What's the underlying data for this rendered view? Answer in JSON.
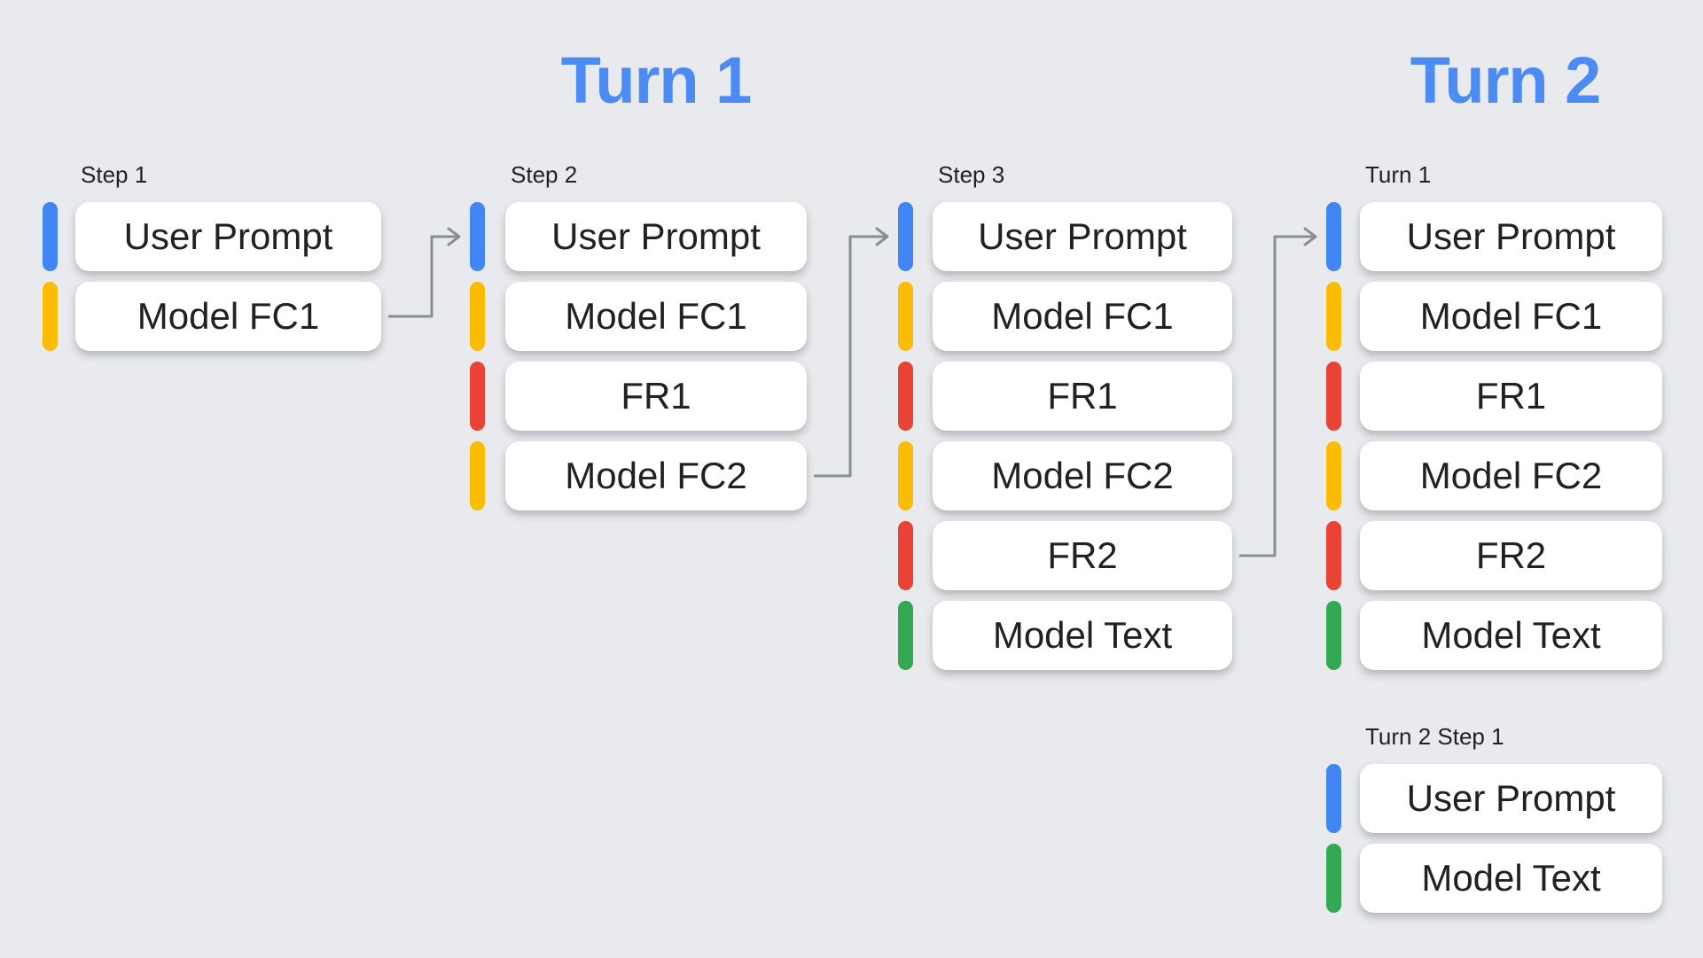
{
  "page": {
    "background": "#E8EAED"
  },
  "titles": {
    "turn1": "Turn 1",
    "turn2": "Turn 2"
  },
  "colors": {
    "blue": "#4285F4",
    "yellow": "#FBBC04",
    "red": "#EA4335",
    "green": "#34A853",
    "title_blue": "#4C8BF4",
    "arrow_gray": "#8A8E93",
    "card_bg": "#FFFFFF",
    "text": "#202124"
  },
  "groups": [
    {
      "label": "Step 1",
      "cards": [
        {
          "label": "User Prompt",
          "color": "blue"
        },
        {
          "label": "Model FC1",
          "color": "yellow"
        }
      ]
    },
    {
      "label": "Step 2",
      "cards": [
        {
          "label": "User Prompt",
          "color": "blue"
        },
        {
          "label": "Model FC1",
          "color": "yellow"
        },
        {
          "label": "FR1",
          "color": "red"
        },
        {
          "label": "Model FC2",
          "color": "yellow"
        }
      ]
    },
    {
      "label": "Step 3",
      "cards": [
        {
          "label": "User Prompt",
          "color": "blue"
        },
        {
          "label": "Model FC1",
          "color": "yellow"
        },
        {
          "label": "FR1",
          "color": "red"
        },
        {
          "label": "Model FC2",
          "color": "yellow"
        },
        {
          "label": "FR2",
          "color": "red"
        },
        {
          "label": "Model Text",
          "color": "green"
        }
      ]
    },
    {
      "label": "Turn 1",
      "cards": [
        {
          "label": "User Prompt",
          "color": "blue"
        },
        {
          "label": "Model FC1",
          "color": "yellow"
        },
        {
          "label": "FR1",
          "color": "red"
        },
        {
          "label": "Model FC2",
          "color": "yellow"
        },
        {
          "label": "FR2",
          "color": "red"
        },
        {
          "label": "Model Text",
          "color": "green"
        }
      ]
    },
    {
      "label": "Turn 2 Step 1",
      "cards": [
        {
          "label": "User Prompt",
          "color": "blue"
        },
        {
          "label": "Model Text",
          "color": "green"
        }
      ]
    }
  ],
  "arrows": [
    {
      "from_group": 0,
      "from_card": 1,
      "to_group": 1,
      "to_card": 0
    },
    {
      "from_group": 1,
      "from_card": 3,
      "to_group": 2,
      "to_card": 0
    },
    {
      "from_group": 2,
      "from_card": 4,
      "to_group": 3,
      "to_card": 0
    }
  ]
}
